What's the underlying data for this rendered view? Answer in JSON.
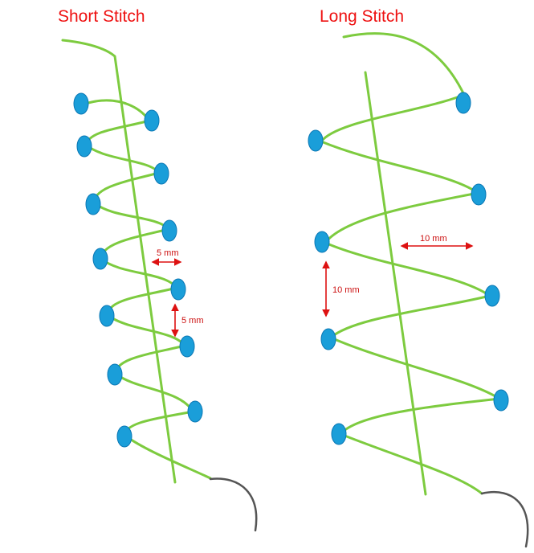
{
  "colors": {
    "thread": "#7dcb3f",
    "hole": "#1a9ed9",
    "hole_edge": "#0b78b5",
    "title": "#ee1111",
    "arrow": "#dd1111",
    "label": "#cc1111",
    "needle": "#555555"
  },
  "short_stitch": {
    "title": "Short Stitch",
    "horizontal_measure": "5 mm",
    "vertical_measure": "5 mm"
  },
  "long_stitch": {
    "title": "Long Stitch",
    "horizontal_measure": "10 mm",
    "vertical_measure": "10 mm"
  },
  "icons": [
    "suture-hole-icon",
    "needle-icon",
    "double-arrow-icon"
  ]
}
